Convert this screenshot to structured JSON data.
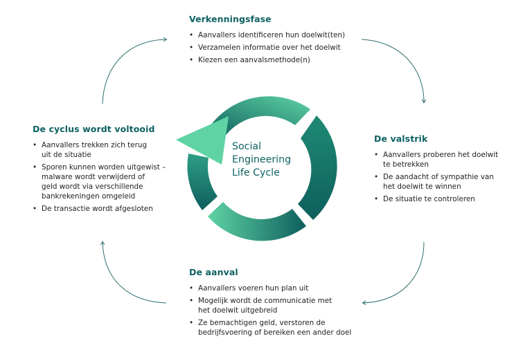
{
  "center": {
    "lines": [
      "Social",
      "Engineering",
      "Life Cycle"
    ]
  },
  "phases": {
    "top": {
      "title": "Verkenningsfase",
      "items": [
        "Aanvallers identificeren hun doelwit(ten)",
        "Verzamelen informatie over het doelwit",
        "Kiezen een aanvalsmethode(n)"
      ]
    },
    "right": {
      "title": "De valstrik",
      "items": [
        [
          "Aanvallers proberen het doelwit",
          "te betrekken"
        ],
        [
          "De aandacht of sympathie van",
          "het doelwit te winnen"
        ],
        [
          "De situatie te controleren"
        ]
      ]
    },
    "bottom": {
      "title": "De aanval",
      "items": [
        [
          "Aanvallers voeren hun plan uit"
        ],
        [
          "Mogelijk wordt de communicatie met",
          "het doelwit uitgebreid"
        ],
        [
          "Ze bemachtigen geld, verstoren de",
          "bedrijfsvoering of bereiken een ander doel"
        ]
      ]
    },
    "left": {
      "title": "De cyclus wordt voltooid",
      "items": [
        [
          "Aanvallers trekken zich terug",
          "uit de situatie"
        ],
        [
          "Sporen kunnen worden uitgewist –",
          "malware wordt verwijderd of",
          "geld wordt via verschillende",
          "bankrekeningen omgeleid"
        ],
        [
          "De transactie wordt afgesloten"
        ]
      ]
    }
  },
  "colors": {
    "teal_dark": "#0f6262",
    "teal_mid": "#1a8a78",
    "mint": "#5fd3a4",
    "arrow_line": "#2f6f6f"
  }
}
